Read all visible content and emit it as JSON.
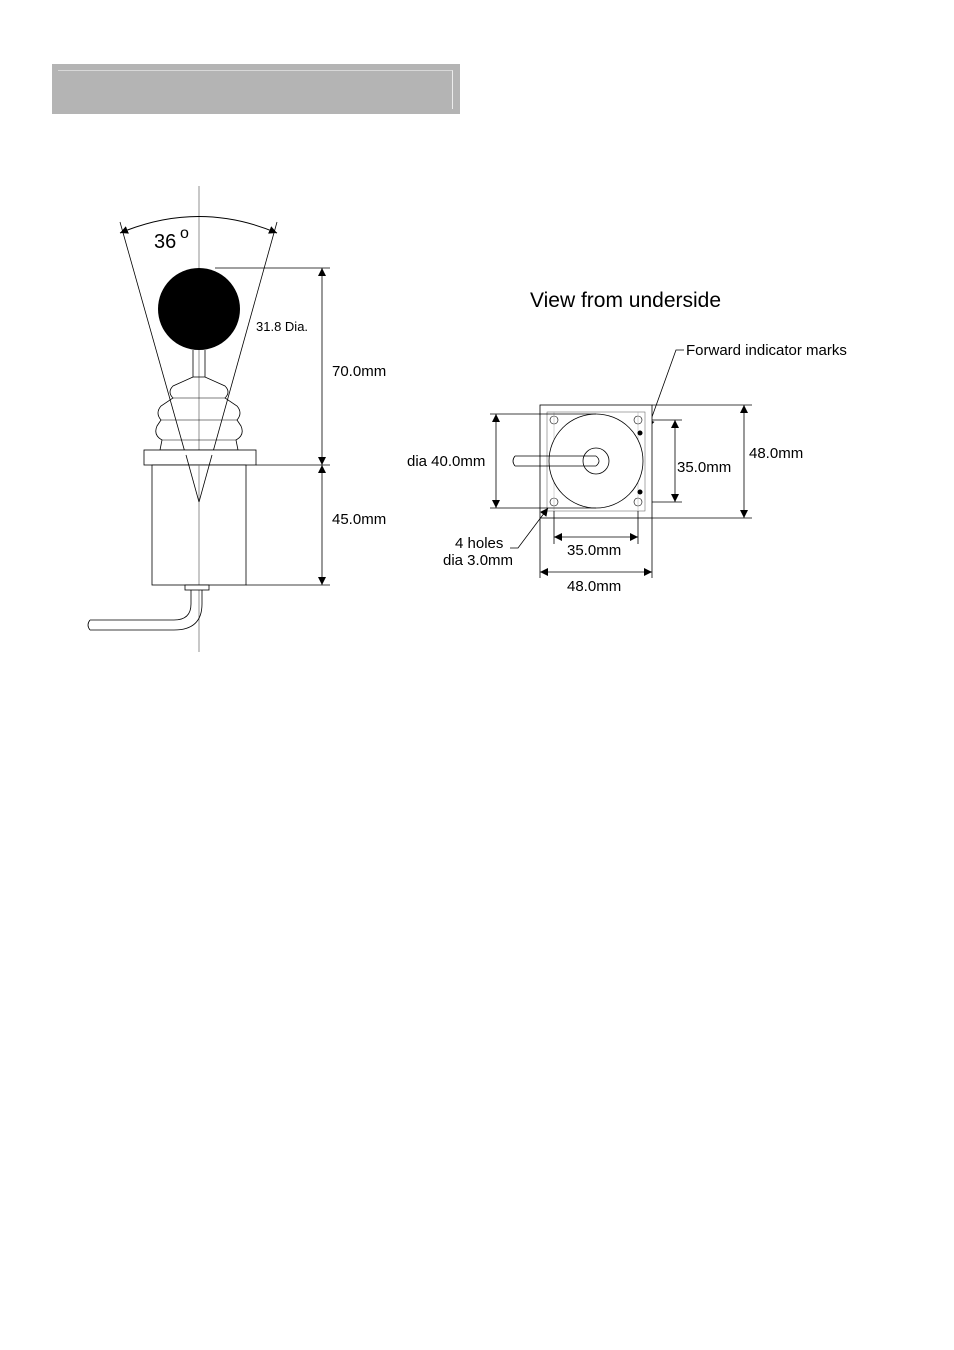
{
  "header": {
    "title": ""
  },
  "side_view": {
    "angle": "36",
    "angle_unit": "o",
    "ball_diameter": "31.8 Dia.",
    "height_upper": "70.0mm",
    "height_lower": "45.0mm"
  },
  "underside_view": {
    "title": "View from underside",
    "forward_marks_label": "Forward indicator marks",
    "dia_label": "dia 40.0mm",
    "inner_height": "35.0mm",
    "outer_height": "48.0mm",
    "holes_line1": "4 holes",
    "holes_line2": "dia 3.0mm",
    "inner_width": "35.0mm",
    "outer_width": "48.0mm"
  }
}
